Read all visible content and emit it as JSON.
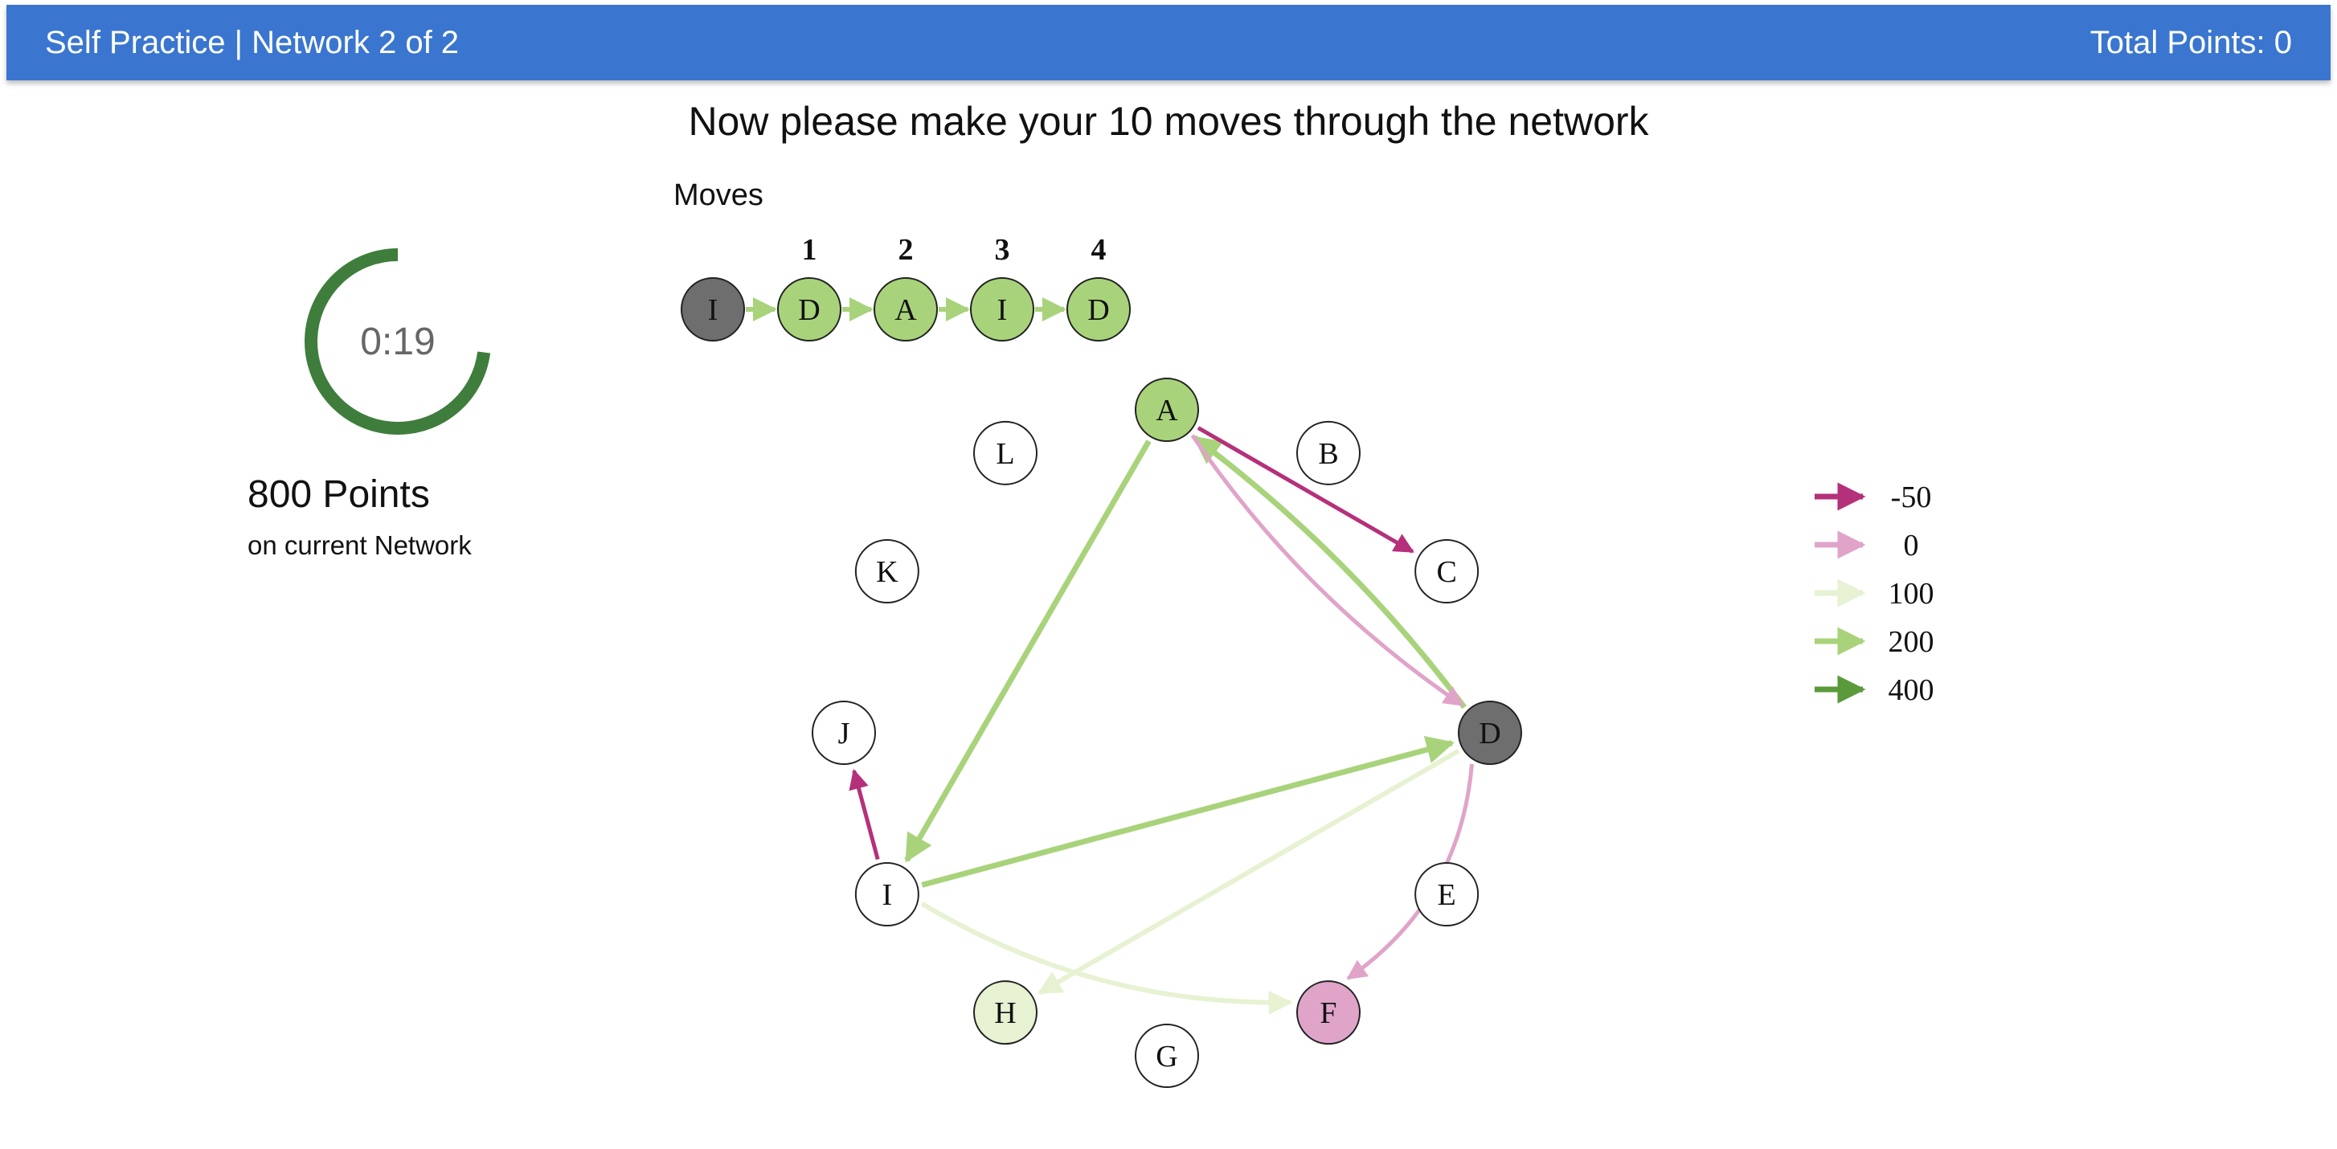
{
  "header": {
    "title": "Self Practice | Network 2 of 2",
    "total_points": "Total Points: 0"
  },
  "instruction": "Now please make your 10 moves through the network",
  "timer": {
    "label": "0:19",
    "fraction_remaining": 0.73,
    "color": "#3f7d3c"
  },
  "points": {
    "value": "800 Points",
    "sub": "on current Network"
  },
  "moves": {
    "label": "Moves",
    "sequence": [
      "I",
      "D",
      "A",
      "I",
      "D"
    ],
    "step_numbers": [
      "1",
      "2",
      "3",
      "4"
    ],
    "start_color": "#6e6e6e",
    "move_color": "#a8d37b",
    "arrow_color": "#a8d37b"
  },
  "colors": {
    "-50": "#b5307a",
    "0": "#e0a4c9",
    "100": "#e6f2d2",
    "200": "#a8d37b",
    "400": "#5a9a3a",
    "current": "#6e6e6e",
    "empty": "#ffffff"
  },
  "network": {
    "nodes": [
      {
        "id": "A",
        "fill": "200"
      },
      {
        "id": "B",
        "fill": "empty"
      },
      {
        "id": "C",
        "fill": "empty"
      },
      {
        "id": "D",
        "fill": "current"
      },
      {
        "id": "E",
        "fill": "empty"
      },
      {
        "id": "F",
        "fill": "0"
      },
      {
        "id": "G",
        "fill": "empty"
      },
      {
        "id": "H",
        "fill": "100"
      },
      {
        "id": "I",
        "fill": "empty"
      },
      {
        "id": "J",
        "fill": "empty"
      },
      {
        "id": "K",
        "fill": "empty"
      },
      {
        "id": "L",
        "fill": "empty"
      }
    ],
    "edges": [
      {
        "from": "D",
        "to": "F",
        "reward": "0"
      },
      {
        "from": "D",
        "to": "H",
        "reward": "100"
      },
      {
        "from": "D",
        "to": "A",
        "reward": "200"
      },
      {
        "from": "A",
        "to": "D",
        "reward": "0"
      },
      {
        "from": "A",
        "to": "C",
        "reward": "-50"
      },
      {
        "from": "A",
        "to": "I",
        "reward": "200"
      },
      {
        "from": "I",
        "to": "D",
        "reward": "200"
      },
      {
        "from": "I",
        "to": "F",
        "reward": "100"
      },
      {
        "from": "I",
        "to": "J",
        "reward": "-50"
      }
    ]
  },
  "legend": [
    {
      "label": "-50",
      "reward": "-50"
    },
    {
      "label": "0",
      "reward": "0"
    },
    {
      "label": "100",
      "reward": "100"
    },
    {
      "label": "200",
      "reward": "200"
    },
    {
      "label": "400",
      "reward": "400"
    }
  ]
}
